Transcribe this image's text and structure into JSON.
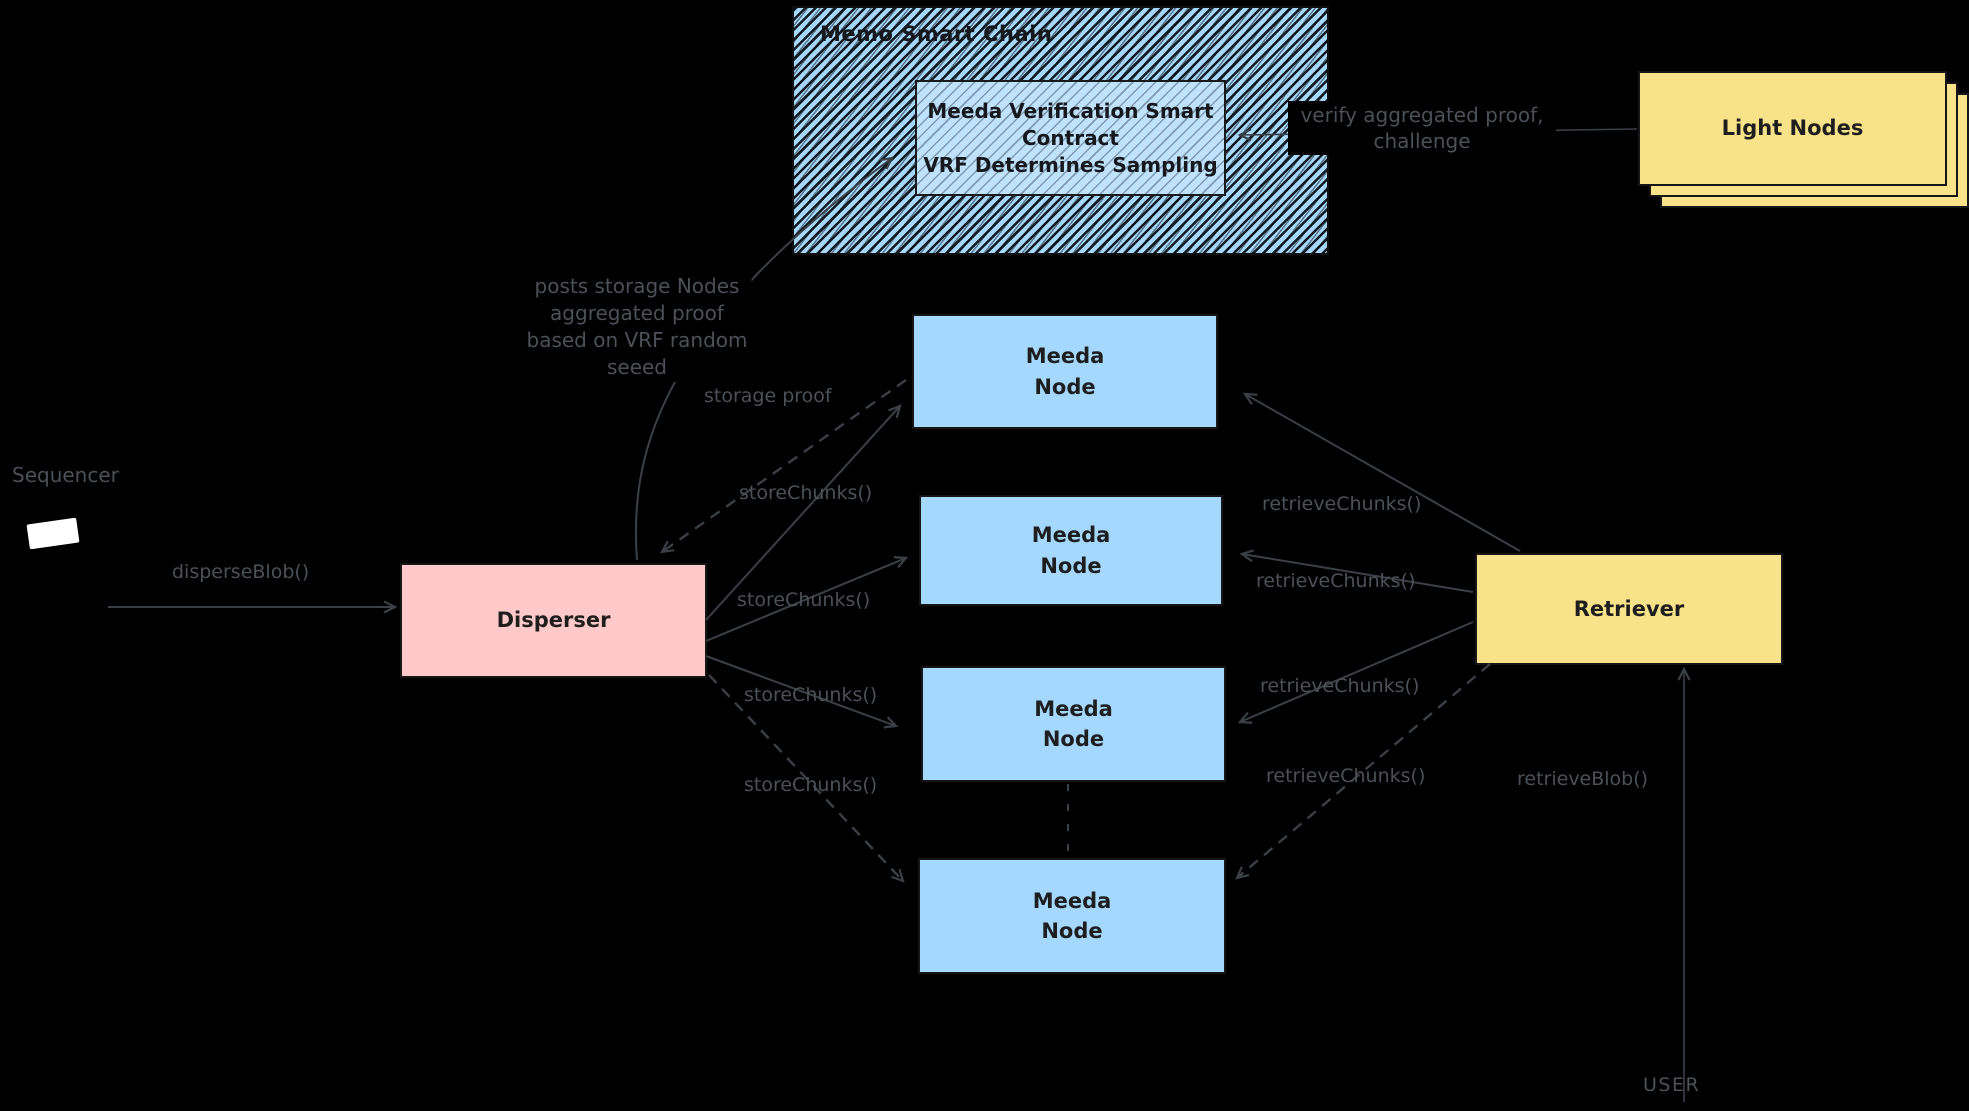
{
  "chain": {
    "title": "Memo Smart Chain",
    "contract_label": "Meeda Verification Smart\nContract\nVRF Determines Sampling"
  },
  "light_nodes": {
    "label": "Light Nodes"
  },
  "sequencer": {
    "label": "Sequencer"
  },
  "disperser": {
    "label": "Disperser"
  },
  "retriever": {
    "label": "Retriever"
  },
  "meeda_nodes": [
    {
      "label": "Meeda\nNode"
    },
    {
      "label": "Meeda\nNode"
    },
    {
      "label": "Meeda\nNode"
    },
    {
      "label": "Meeda\nNode"
    }
  ],
  "edge_labels": {
    "disperse_blob": "disperseBlob()",
    "store_chunks": [
      "storeChunks()",
      "storeChunks()",
      "storeChunks()",
      "storeChunks()"
    ],
    "retrieve_chunks": [
      "retrieveChunks()",
      "retrieveChunks()",
      "retrieveChunks()",
      "retrieveChunks()"
    ],
    "storage_proof": "storage proof",
    "posts_proof": "posts storage Nodes\naggregated proof\nbased on VRF random\nseeed",
    "verify_challenge": "verify aggregated proof,\nchallenge",
    "retrieve_blob": "retrieveBlob()",
    "user": "USER"
  },
  "colors": {
    "node_blue": "#a5d8ff",
    "disperser_pink": "#ffc9c9",
    "yellow": "#f9e38a",
    "box_text": "#1e1e1e",
    "label_gray": "#4c5157",
    "line_gray": "#3b4046",
    "background": "#000000"
  }
}
